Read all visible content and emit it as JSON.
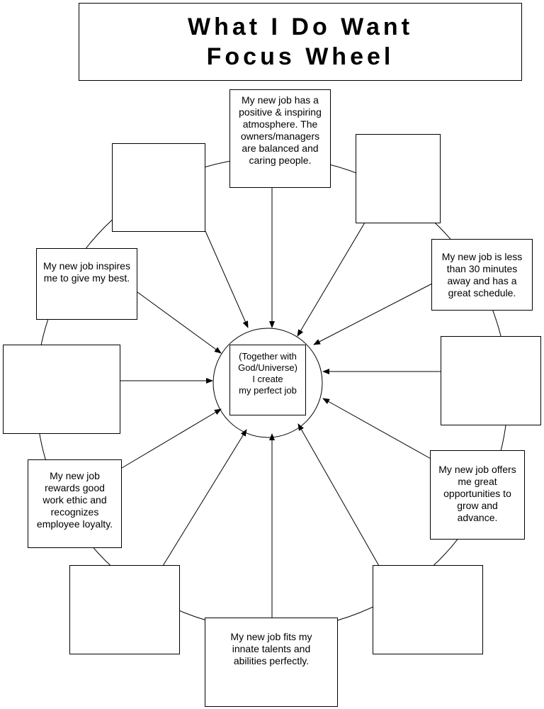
{
  "title": {
    "line1": "What I Do Want",
    "line2": "Focus Wheel"
  },
  "center": {
    "text": "(Together with\nGod/Universe)\nI create\nmy perfect job"
  },
  "spokes": {
    "top": "My new job has a\npositive & inspiring\natmosphere.  The\nowners/managers\nare balanced and\ncaring people.",
    "top_right": "",
    "right_upper": "My new job is less\nthan 30 minutes\naway and has a\ngreat schedule.",
    "right": "",
    "right_lower": "My new job offers\nme great\nopportunities to\ngrow and\nadvance.",
    "bottom_right": "",
    "bottom": "My new job fits my\ninnate talents and\nabilities perfectly.",
    "bottom_left": "",
    "left_lower": "My new job\nrewards good\nwork ethic and\nrecognizes\nemployee loyalty.",
    "left": "",
    "left_upper": "My new job inspires\nme to give my best.",
    "top_left": ""
  }
}
